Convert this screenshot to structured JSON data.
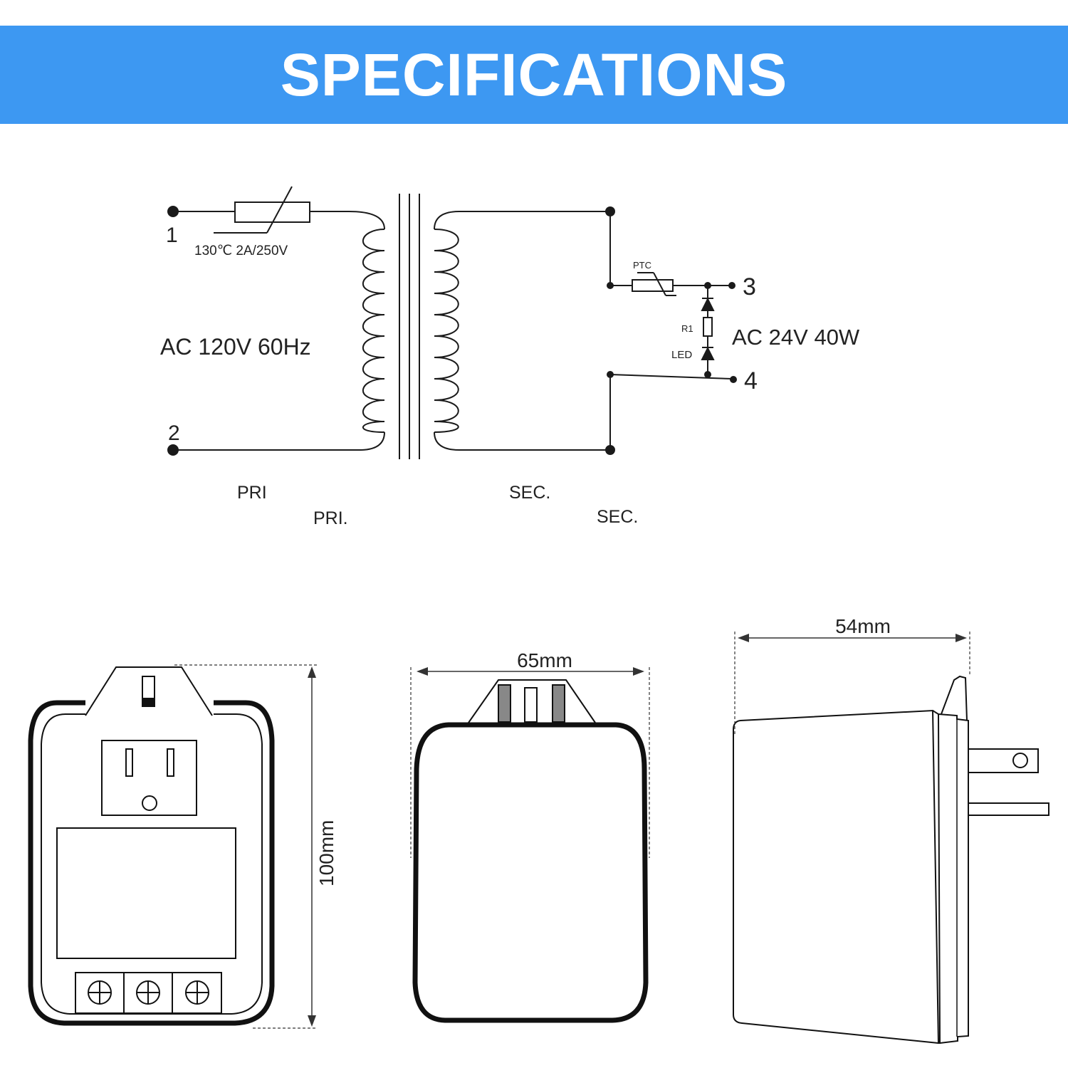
{
  "header": {
    "title": "SPECIFICATIONS"
  },
  "colors": {
    "banner": "#3d98f2",
    "line": "#1a1a1a",
    "device": "#111111"
  },
  "schematic": {
    "terminals": {
      "t1": "1",
      "t2": "2",
      "t3": "3",
      "t4": "4"
    },
    "fuse_rating": "130℃ 2A/250V",
    "primary_voltage": "AC 120V 60Hz",
    "secondary_output": "AC 24V 40W",
    "ptc_label": "PTC",
    "r1_label": "R1",
    "led_label": "LED",
    "labels": {
      "pri_a": "PRI",
      "pri_b": "PRI.",
      "sec_a": "SEC.",
      "sec_b": "SEC."
    }
  },
  "dimensions": {
    "height": "100mm",
    "width": "65mm",
    "depth": "54mm"
  }
}
